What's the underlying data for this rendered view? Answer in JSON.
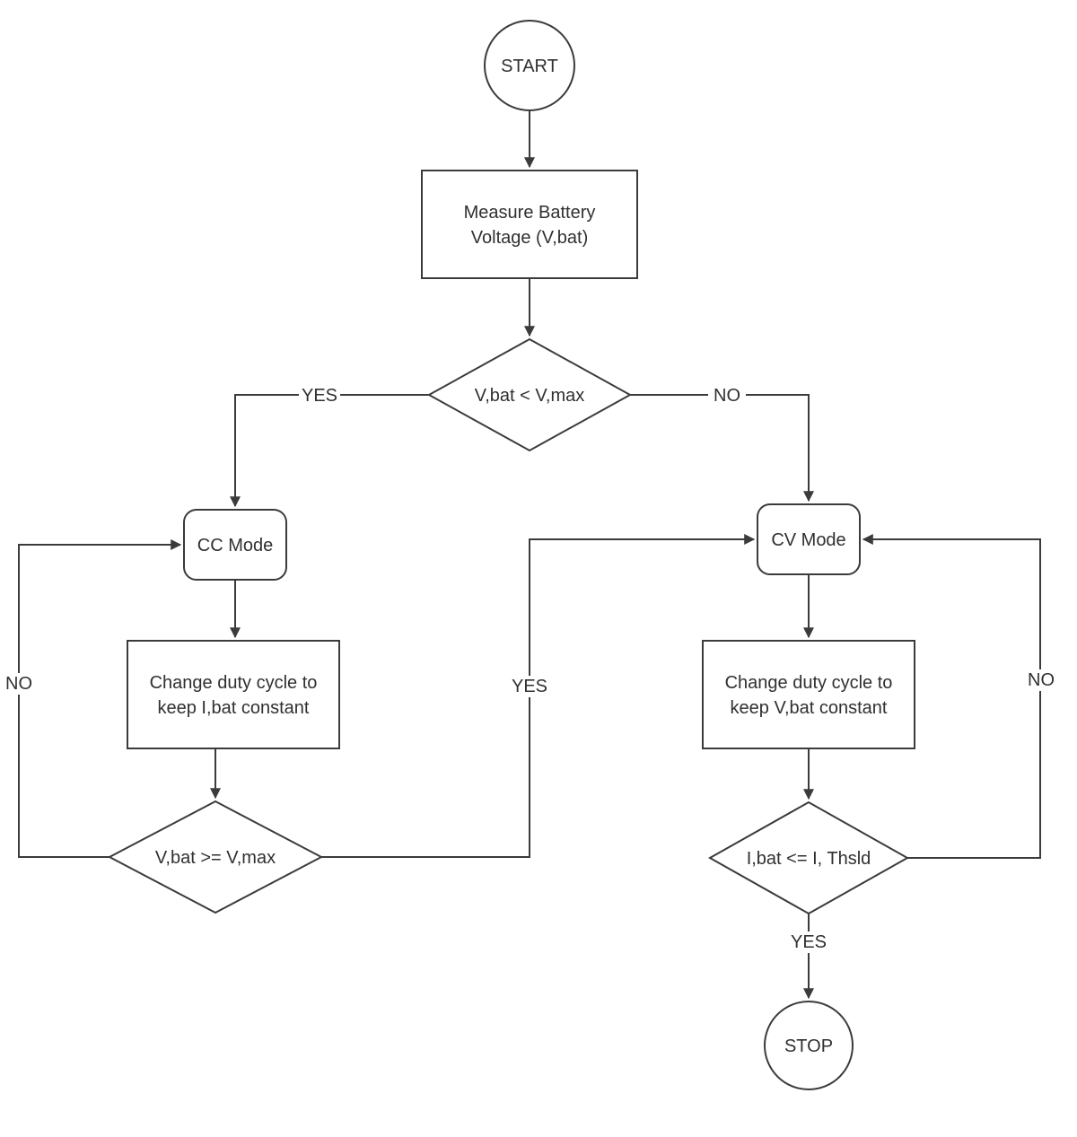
{
  "diagram": {
    "type": "flowchart",
    "background": "#ffffff",
    "stroke_color": "#3b3b3b",
    "text_color": "#303030",
    "nodes": {
      "start": {
        "shape": "circle",
        "label": "START"
      },
      "measure_battery": {
        "shape": "rectangle",
        "lines": [
          "Measure Battery",
          "Voltage (V,bat)"
        ]
      },
      "decision_voltage": {
        "shape": "diamond",
        "label": "V,bat < V,max"
      },
      "cc_mode": {
        "shape": "rounded-rectangle",
        "label": "CC Mode"
      },
      "cv_mode": {
        "shape": "rounded-rectangle",
        "label": "CV Mode"
      },
      "cc_duty_cycle": {
        "shape": "rectangle",
        "lines": [
          "Change duty cycle to",
          "keep I,bat constant"
        ]
      },
      "cv_duty_cycle": {
        "shape": "rectangle",
        "lines": [
          "Change duty cycle to",
          "keep V,bat constant"
        ]
      },
      "decision_cc_exit": {
        "shape": "diamond",
        "label": "V,bat >= V,max"
      },
      "decision_cv_exit": {
        "shape": "diamond",
        "label": "I,bat <= I, Thsld"
      },
      "stop": {
        "shape": "circle",
        "label": "STOP"
      }
    },
    "edge_labels": {
      "voltage_yes": "YES",
      "voltage_no": "NO",
      "cc_loop_no": "NO",
      "cc_exit_yes": "YES",
      "cv_loop_no": "NO",
      "cv_exit_yes": "YES"
    }
  }
}
